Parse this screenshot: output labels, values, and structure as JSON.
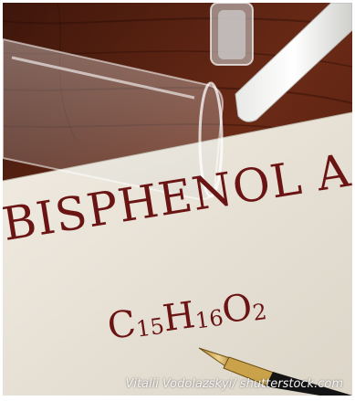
{
  "photo": {
    "title_text": "BISPHENOL A",
    "formula": {
      "c": "C",
      "c_sub": "15",
      "h": "H",
      "h_sub": "16",
      "o": "O",
      "o_sub": "2"
    },
    "credit": "Vitalii Vodolazskyi/ shutterstock.com"
  },
  "colors": {
    "wood": "#5a2415",
    "paper": "#e9e3d8",
    "ink": "#6b1414",
    "credit_text": "#f4f4f4"
  },
  "icons": [
    "test-tube-icon",
    "chalk-stick-icon",
    "fountain-pen-icon"
  ]
}
